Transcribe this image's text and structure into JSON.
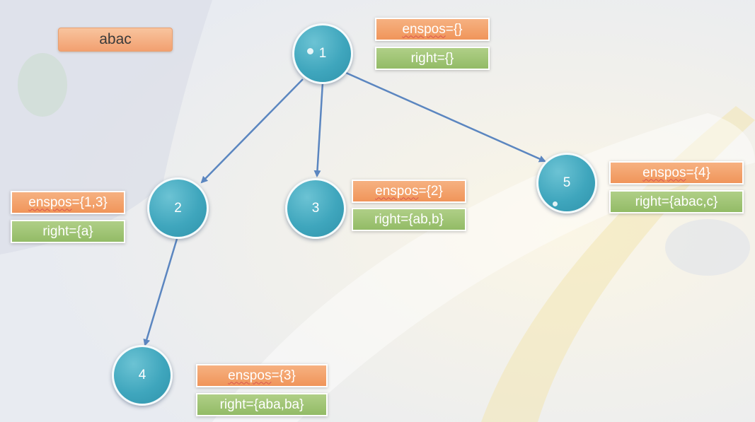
{
  "string_label": "abac",
  "nodes": [
    {
      "id": "1",
      "enspos_prefix": "enspos",
      "enspos_rest": "={}",
      "right_prefix": "right",
      "right_rest": "={}"
    },
    {
      "id": "2",
      "enspos_prefix": "enspos",
      "enspos_rest": "={1,3}",
      "right_prefix": "right",
      "right_rest": "={a}"
    },
    {
      "id": "3",
      "enspos_prefix": "enspos",
      "enspos_rest": "={2}",
      "right_prefix": "right",
      "right_rest": "={ab,b}"
    },
    {
      "id": "4",
      "enspos_prefix": "enspos",
      "enspos_rest": "={3}",
      "right_prefix": "right",
      "right_rest": "={aba,ba}"
    },
    {
      "id": "5",
      "enspos_prefix": "enspos",
      "enspos_rest": "={4}",
      "right_prefix": "right",
      "right_rest": "={abac,c}"
    }
  ],
  "edges": [
    {
      "from": "1",
      "to": "2"
    },
    {
      "from": "1",
      "to": "3"
    },
    {
      "from": "1",
      "to": "5"
    },
    {
      "from": "2",
      "to": "4"
    }
  ],
  "colors": {
    "node_fill": "#3fa6bd",
    "orange_box": "#f0955a",
    "green_box": "#93bb66",
    "arrow": "#5b86c0",
    "spell_underline": "#d9534f"
  }
}
